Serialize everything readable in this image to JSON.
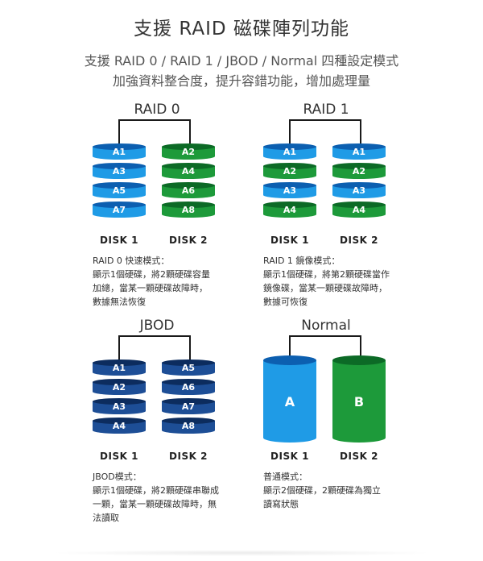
{
  "title": "支援 RAID 磁碟陣列功能",
  "subtitle": {
    "line1": "支援 RAID 0 / RAID 1 / JBOD / Normal 四種設定模式",
    "line2": "加強資料整合度，提升容錯功能，增加處理量"
  },
  "colors": {
    "light_blue": "#1f9be6",
    "light_blue_top": "#0c5fb0",
    "green": "#1d9a3a",
    "green_top": "#0c6a26",
    "navy": "#1d4e96",
    "navy_top": "#0c2c5e",
    "connector": "#1a1a1a"
  },
  "sections": [
    {
      "label": "RAID 0",
      "disk1_name": "DISK 1",
      "disk2_name": "DISK 2",
      "disk1_layers": [
        "A1",
        "A3",
        "A5",
        "A7"
      ],
      "disk2_layers": [
        "A2",
        "A4",
        "A6",
        "A8"
      ],
      "desc": [
        "RAID 0  快速模式：",
        "顯示1個硬碟，將2顆硬碟容量",
        "加總，當某一顆硬碟故障時，",
        "數據無法恢復"
      ]
    },
    {
      "label": "RAID 1",
      "disk1_name": "DISK 1",
      "disk2_name": "DISK 2",
      "disk1_layers": [
        "A1",
        "A2",
        "A3",
        "A4"
      ],
      "disk2_layers": [
        "A1",
        "A2",
        "A3",
        "A4"
      ],
      "desc": [
        "RAID 1 鏡像模式：",
        "顯示1個硬碟，將第2顆硬碟當作",
        "鏡像碟，當某一顆硬碟故障時，",
        "數據可恢復"
      ]
    },
    {
      "label": "JBOD",
      "disk1_name": "DISK 1",
      "disk2_name": "DISK 2",
      "disk1_layers": [
        "A1",
        "A2",
        "A3",
        "A4"
      ],
      "disk2_layers": [
        "A5",
        "A6",
        "A7",
        "A8"
      ],
      "desc": [
        "JBOD模式：",
        "顯示1個硬碟，將2顆硬碟串聯成",
        "一顆，當某一顆硬碟故障時，無",
        "法讀取"
      ]
    },
    {
      "label": "Normal",
      "disk1_name": "DISK 1",
      "disk2_name": "DISK 2",
      "disk1_big": "A",
      "disk2_big": "B",
      "desc": [
        "普通模式：",
        "顯示2個硬碟，2顆硬碟為獨立",
        "讀寫狀態"
      ]
    }
  ]
}
